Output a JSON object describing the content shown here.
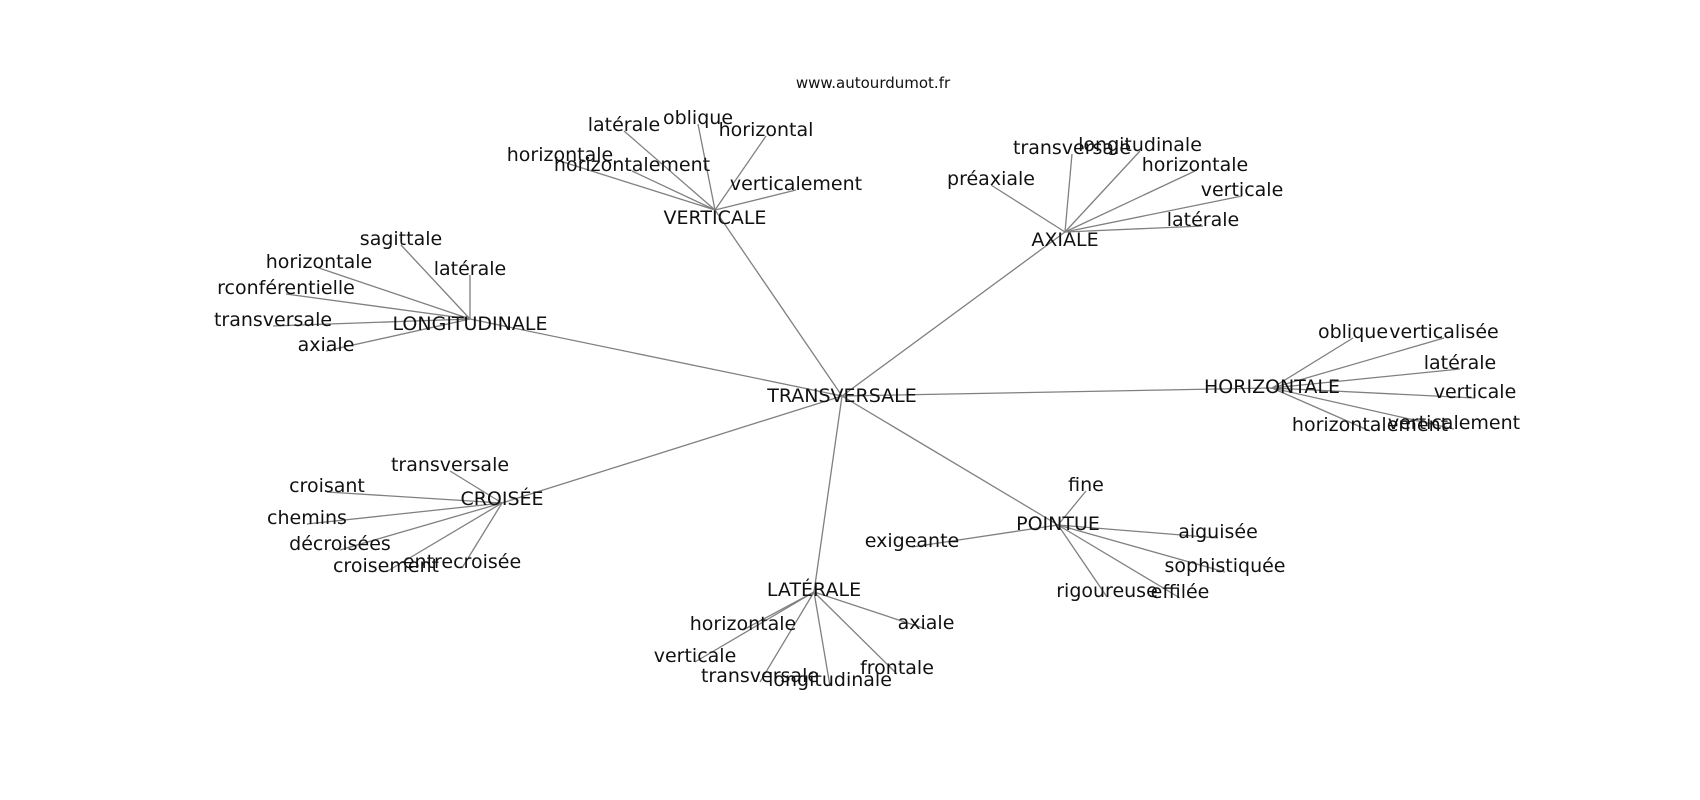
{
  "site": "www.autourdumot.fr",
  "center": "TRANSVERSALE",
  "clusters": [
    {
      "word": "VERTICALE",
      "related": [
        "latérale",
        "oblique",
        "horizontal",
        "horizontale",
        "horizontalement",
        "verticalement"
      ]
    },
    {
      "word": "AXIALE",
      "related": [
        "transversale",
        "longitudinale",
        "horizontale",
        "préaxiale",
        "verticale",
        "latérale"
      ]
    },
    {
      "word": "LONGITUDINALE",
      "related": [
        "sagittale",
        "horizontale",
        "latérale",
        "rconférentielle",
        "transversale",
        "axiale"
      ]
    },
    {
      "word": "HORIZONTALE",
      "related": [
        "oblique",
        "verticalisée",
        "latérale",
        "verticale",
        "horizontalement",
        "verticalement"
      ]
    },
    {
      "word": "CROISÉE",
      "related": [
        "transversale",
        "croisant",
        "chemins",
        "décroisées",
        "croisement",
        "entrecroisée"
      ]
    },
    {
      "word": "POINTUE",
      "related": [
        "fine",
        "exigeante",
        "aiguisée",
        "sophistiquée",
        "rigoureuse",
        "effilée"
      ]
    },
    {
      "word": "LATÉRALE",
      "related": [
        "horizontale",
        "axiale",
        "verticale",
        "transversale",
        "longitudinale",
        "frontale"
      ]
    }
  ]
}
